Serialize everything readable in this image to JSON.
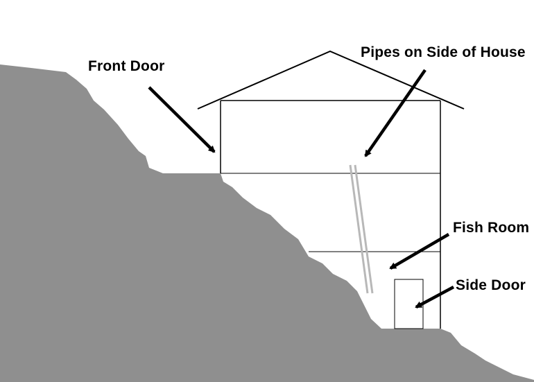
{
  "diagram": {
    "labels": {
      "front_door": "Front Door",
      "pipes": "Pipes on Side of House",
      "fish_room": "Fish Room",
      "side_door": "Side Door"
    }
  },
  "colors": {
    "hillside": "#8f8f8f",
    "pipes": "#b8b8b8",
    "lines": "#000000",
    "background": "#ffffff"
  }
}
